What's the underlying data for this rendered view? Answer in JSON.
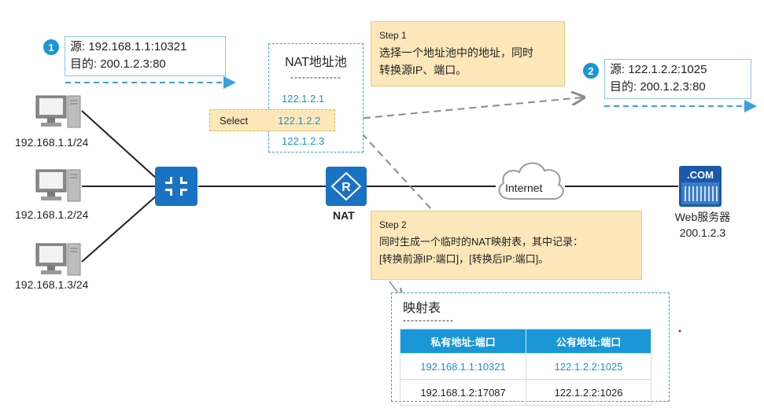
{
  "packet1": {
    "badge": "1",
    "src_label": "源:",
    "src": "192.168.1.1:10321",
    "dst_label": "目的:",
    "dst": "200.1.2.3:80"
  },
  "packet2": {
    "badge": "2",
    "src_label": "源:",
    "src": "122.1.2.2:1025",
    "dst_label": "目的:",
    "dst": "200.1.2.3:80"
  },
  "pool": {
    "title": "NAT地址池",
    "divider": "-------------",
    "addresses": [
      "122.1.2.1",
      "122.1.2.2",
      "122.1.2.3"
    ]
  },
  "select_label": "Select",
  "step1": {
    "heading": "Step 1",
    "line1": "选择一个地址池中的地址，同时",
    "line2": "转换源IP、端口。"
  },
  "step2": {
    "heading": "Step 2",
    "line1": "同时生成一个临时的NAT映射表，其中记录：",
    "line2": "[转换前源IP:端口]，[转换后IP:端口]。"
  },
  "hosts": [
    "192.168.1.1/24",
    "192.168.1.2/24",
    "192.168.1.3/24"
  ],
  "nat_label": "NAT",
  "internet_label": "Internet",
  "server": {
    "badge": ".COM",
    "name": "Web服务器",
    "ip": "200.1.2.3"
  },
  "mapping_table": {
    "title": "映射表",
    "divider": "-------------",
    "headers": [
      "私有地址:端口",
      "公有地址:端口"
    ],
    "rows": [
      [
        "192.168.1.1:10321",
        "122.1.2.2:1025"
      ],
      [
        "192.168.1.2:17087",
        "122.1.2.2:1026"
      ]
    ]
  },
  "colors": {
    "accent": "#1a96d6",
    "step_bg": "#fbe7b9",
    "dash_border": "#3a9ed0"
  }
}
